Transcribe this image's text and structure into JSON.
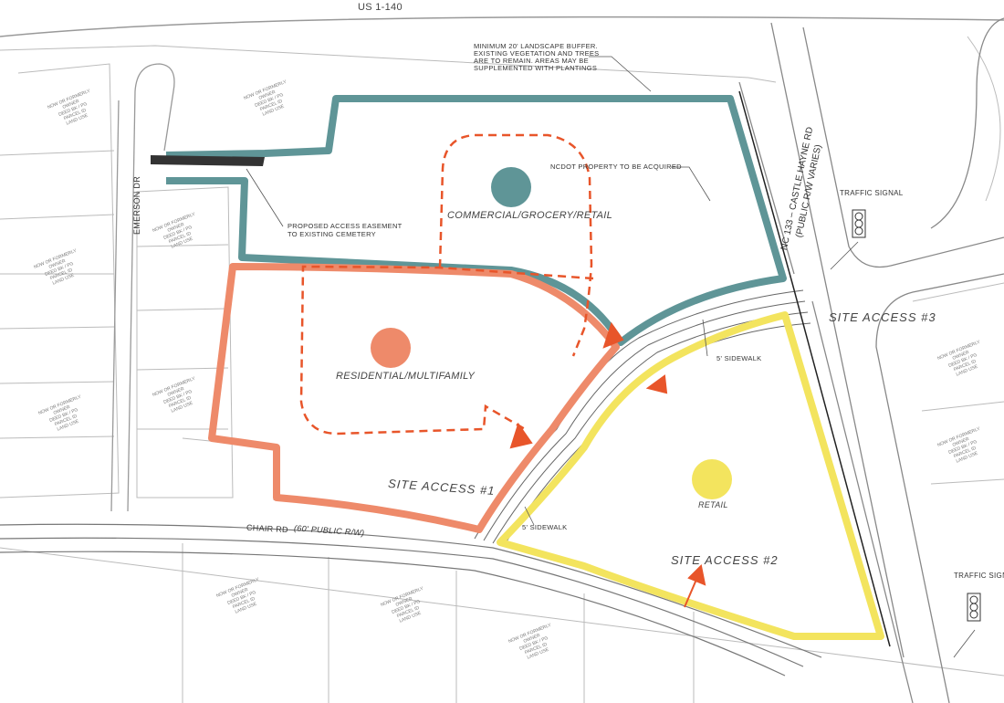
{
  "title_road_top": "US 1-140",
  "notes": {
    "buffer": [
      "MINIMUM 20' LANDSCAPE BUFFER.",
      "EXISTING VEGETATION AND TREES",
      "ARE TO REMAIN. AREAS MAY BE",
      "SUPPLEMENTED WITH PLANTINGS"
    ],
    "ncdot": "NCDOT PROPERTY TO BE ACQUIRED",
    "easement": [
      "PROPOSED ACCESS EASEMENT",
      "TO EXISTING CEMETERY"
    ],
    "sidewalk_1": "5' SIDEWALK",
    "sidewalk_2": "5' SIDEWALK"
  },
  "roads": {
    "emerson": "EMERSON DR",
    "chair": "CHAIR RD",
    "chair_row": "(60' PUBLIC R/W)",
    "castle_hayne": "NC 133 – CASTLE HAYNE RD",
    "castle_hayne_row": "(PUBLIC R/W VARIES)"
  },
  "zones": [
    {
      "label": "COMMERCIAL/GROCERY/RETAIL",
      "color": "#5f9597"
    },
    {
      "label": "RESIDENTIAL/MULTIFAMILY",
      "color": "#ee8a6a"
    },
    {
      "label": "RETAIL",
      "color": "#f3e45e"
    }
  ],
  "access": [
    "SITE ACCESS #1",
    "SITE ACCESS #2",
    "SITE ACCESS #3"
  ],
  "signals": [
    "TRAFFIC SIGNAL",
    "TRAFFIC SIGNAL"
  ],
  "parcel_label": [
    "NOW OR FORMERLY",
    "OWNER",
    "DEED BK / PG",
    "PARCEL ID",
    "LAND USE"
  ],
  "colors": {
    "dash": "#e8552a",
    "teal": "#5f9597",
    "orange": "#ee8a6a",
    "yellow": "#f3e45e"
  }
}
